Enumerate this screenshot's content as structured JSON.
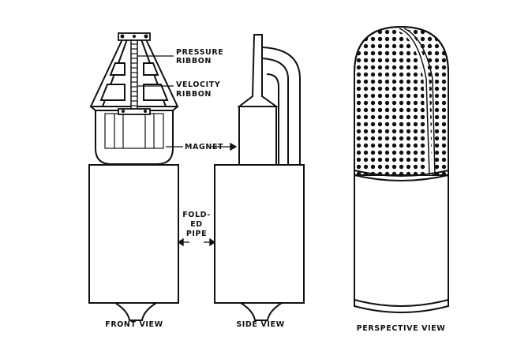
{
  "labels": {
    "pressure_ribbon_1": "PRESSURE",
    "pressure_ribbon_2": "RIBBON",
    "velocity_ribbon_1": "VELOCITY",
    "velocity_ribbon_2": "RIBBON",
    "magnet": "MAGNET",
    "folded_pipe_1": "FOLD-",
    "folded_pipe_2": "ED",
    "folded_pipe_3": "PIPE",
    "front_view": "FRONT VIEW",
    "side_view": "SIDE VIEW",
    "perspective_view": "PERSPECTIVE VIEW"
  },
  "colors": {
    "ink": "#111111",
    "paper": "#ffffff"
  }
}
